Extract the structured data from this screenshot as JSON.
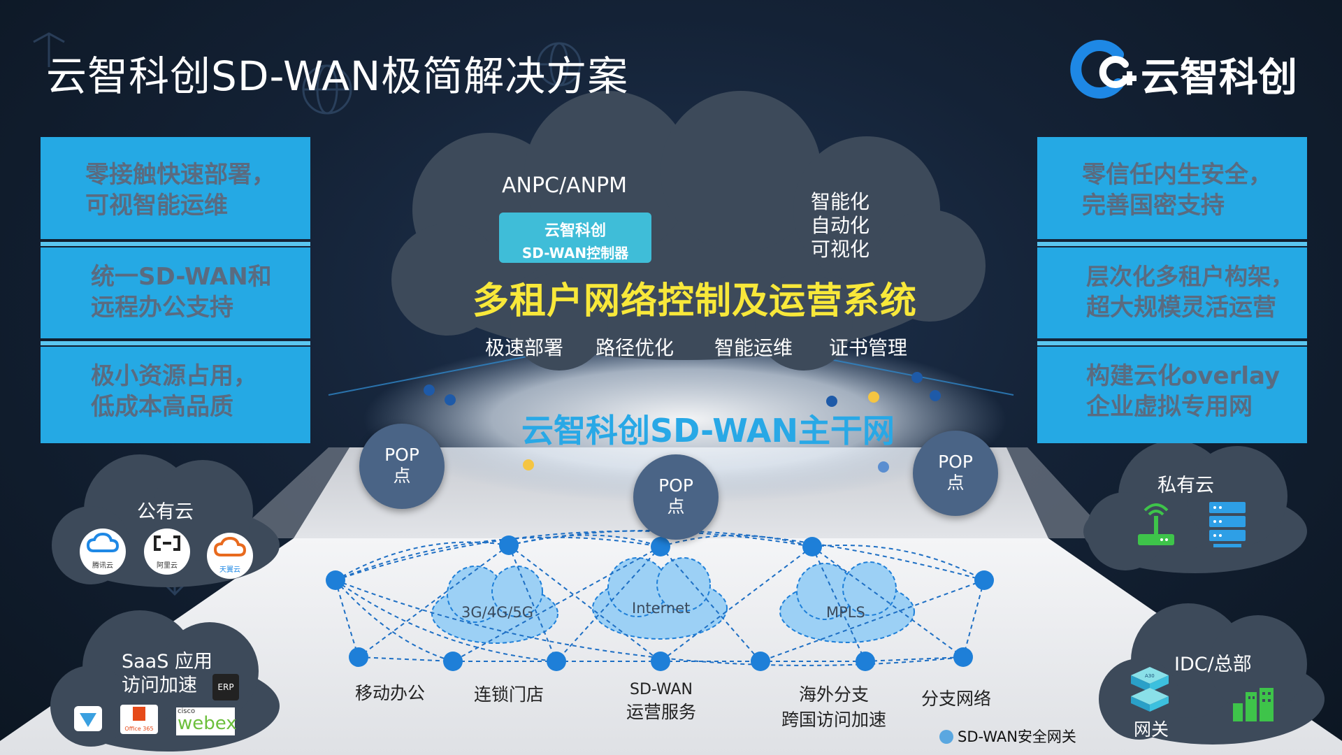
{
  "title": "云智科创SD-WAN极简解决方案",
  "logo": {
    "text": "云智科创",
    "color": "#1e88e5"
  },
  "left_panel": [
    {
      "line1": "零接触快速部署，",
      "line2": "可视智能运维"
    },
    {
      "line1": "统一SD-WAN和",
      "line2": "远程办公支持"
    },
    {
      "line1": "极小资源占用，",
      "line2": "低成本高品质"
    }
  ],
  "right_panel": [
    {
      "line1": "零信任内生安全，",
      "line2": "完善国密支持"
    },
    {
      "line1": "层次化多租户构架，",
      "line2": "超大规模灵活运营"
    },
    {
      "line1": "构建云化overlay",
      "line2": "企业虚拟专用网"
    }
  ],
  "control_cloud": {
    "anpc": "ANPC/ANPM",
    "controller_line1": "云智科创",
    "controller_line2": "SD-WAN控制器",
    "smart": [
      "智能化",
      "自动化",
      "可视化"
    ],
    "headline": "多租户网络控制及运营系统",
    "features": [
      "极速部署",
      "路径优化",
      "智能运维",
      "证书管理"
    ]
  },
  "backbone": "云智科创SD-WAN主干网",
  "pops": [
    {
      "line1": "POP",
      "line2": "点"
    },
    {
      "line1": "POP",
      "line2": "点"
    },
    {
      "line1": "POP",
      "line2": "点"
    }
  ],
  "networks": [
    "3G/4G/5G",
    "Internet",
    "MPLS"
  ],
  "node_labels": [
    {
      "line1": "移动办公",
      "line2": ""
    },
    {
      "line1": "连锁门店",
      "line2": ""
    },
    {
      "line1": "SD-WAN",
      "line2": "运营服务"
    },
    {
      "line1": "海外分支",
      "line2": "跨国访问加速"
    },
    {
      "line1": "分支网络",
      "line2": ""
    }
  ],
  "public_cloud": {
    "title": "公有云",
    "providers": [
      "腾讯云",
      "阿里云",
      "天翼云"
    ]
  },
  "saas": {
    "title_line1": "SaaS 应用",
    "title_line2": "访问加速",
    "apps": [
      "ERP",
      "Office 365",
      "cisco",
      "webex"
    ]
  },
  "private_cloud": {
    "title": "私有云"
  },
  "idc": {
    "title": "IDC/总部",
    "gateway_label": "网关",
    "gateway_chip": "A30"
  },
  "legend": "SD-WAN安全网关",
  "colors": {
    "panel_blue": "#25a9e4",
    "headline_yellow": "#f8e83a",
    "backbone_blue": "#28a8e6",
    "pop_fill": "#4a6486",
    "node_blue": "#1e7fd8",
    "cloud_gray": "#3d4a5a"
  }
}
